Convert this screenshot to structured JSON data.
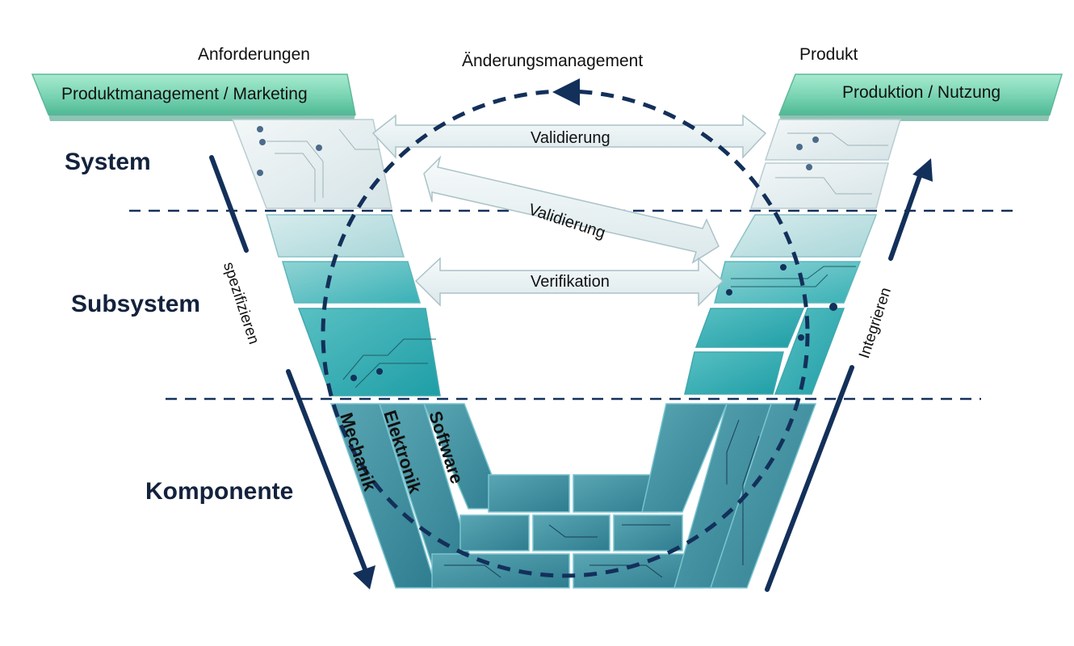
{
  "diagram": {
    "type": "V-model",
    "top_left": {
      "header": "Anforderungen",
      "bar": "Produktmanagement / Marketing"
    },
    "top_right": {
      "header": "Produkt",
      "bar": "Produktion / Nutzung"
    },
    "cycle": {
      "label": "Änderungsmanagement",
      "direction": "counter-clockwise"
    },
    "levels": [
      {
        "id": "system",
        "label": "System"
      },
      {
        "id": "subsystem",
        "label": "Subsystem"
      },
      {
        "id": "komponente",
        "label": "Komponente"
      }
    ],
    "left_flow": {
      "label": "spezifizieren",
      "direction": "down"
    },
    "right_flow": {
      "label": "Integrieren",
      "direction": "up"
    },
    "cross_arrows": [
      {
        "label": "Validierung",
        "from": "system-left",
        "to": "system-right"
      },
      {
        "label": "Validierung",
        "from": "system-left",
        "to": "subsystem-right"
      },
      {
        "label": "Verifikation",
        "from": "subsystem-left",
        "to": "subsystem-right"
      }
    ],
    "components": [
      "Mechanik",
      "Elektronik",
      "Software"
    ],
    "colors": {
      "navy": "#13305a",
      "teal_dark": "#3f8fa0",
      "teal": "#2fb3b8",
      "teal_light": "#bfe3e4",
      "mint": "#7dd6b5",
      "glass": "#e6eff1"
    }
  }
}
